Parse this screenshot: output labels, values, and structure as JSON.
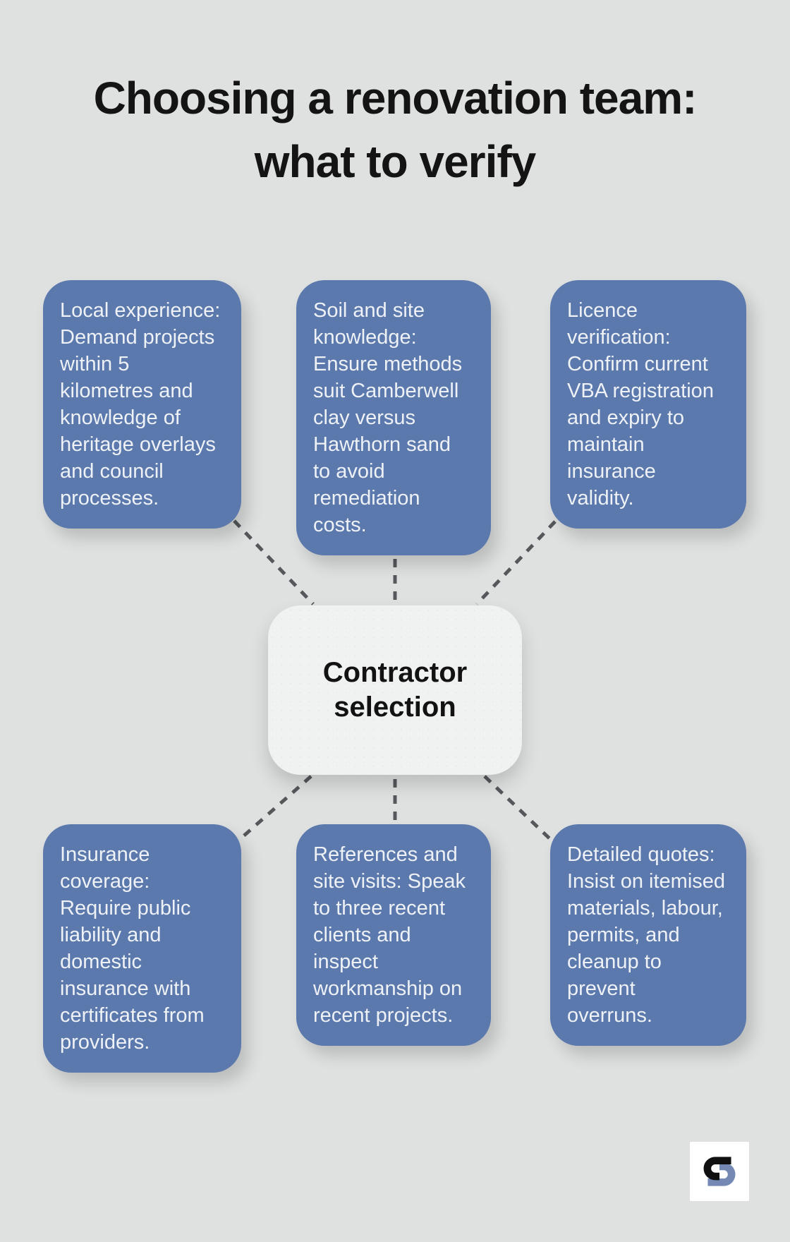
{
  "title": {
    "line1": "Choosing a renovation team:",
    "line2": "what to verify"
  },
  "center": {
    "label": "Contractor\nselection"
  },
  "nodes": [
    {
      "id": "local-experience",
      "text": "Local experience:\nDemand projects\nwithin 5\nkilometres and\nknowledge of\nheritage overlays\nand council\nprocesses."
    },
    {
      "id": "soil-site-knowledge",
      "text": "Soil and site\nknowledge:\nEnsure methods\nsuit Camberwell\nclay versus\nHawthorn sand\nto avoid\nremediation\ncosts."
    },
    {
      "id": "licence-verification",
      "text": "Licence\nverification:\nConfirm current\nVBA registration\nand expiry to\nmaintain\ninsurance\nvalidity."
    },
    {
      "id": "insurance-coverage",
      "text": "Insurance\ncoverage:\nRequire public\nliability and\ndomestic\ninsurance with\ncertificates from\nproviders."
    },
    {
      "id": "references-site-visits",
      "text": "References and\nsite visits: Speak\nto three recent\nclients and\ninspect\nworkmanship on\nrecent projects."
    },
    {
      "id": "detailed-quotes",
      "text": "Detailed quotes:\nInsist on itemised\nmaterials, labour,\npermits, and\ncleanup to\nprevent\noverruns."
    }
  ],
  "logo": {
    "icon": "s-monogram-icon"
  },
  "colors": {
    "background": "#dfe1e1",
    "node_fill": "#5b79ac",
    "node_text": "#eef1f6",
    "center_fill": "#f0f1f1",
    "center_text": "#121212",
    "connector": "#54585b",
    "title": "#141414",
    "logo_black": "#101010",
    "logo_blue": "#7389b3"
  }
}
